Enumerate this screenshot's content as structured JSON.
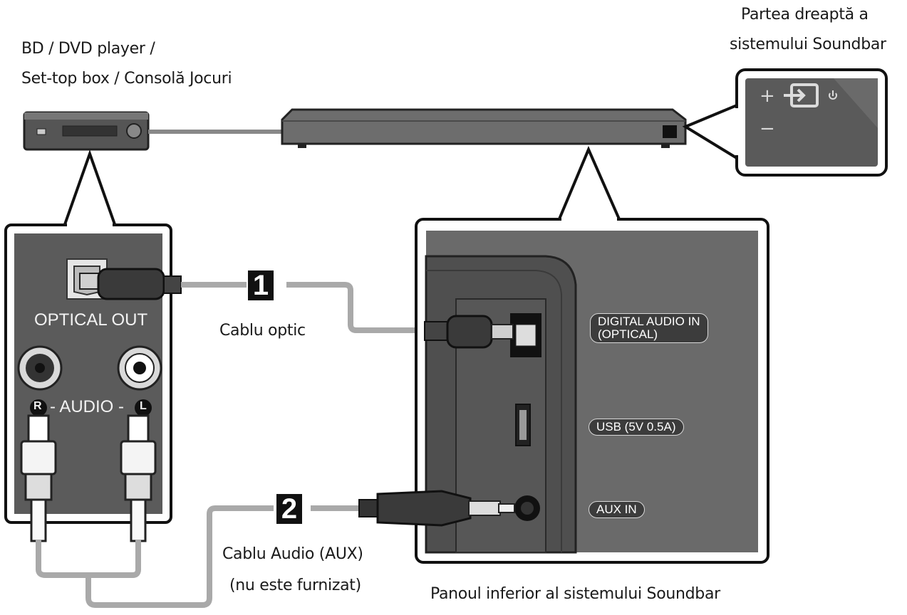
{
  "labels": {
    "source_device_line1": "BD / DVD player /",
    "source_device_line2": "Set-top box / Consolă Jocuri",
    "soundbar_right_line1": "Partea dreaptă a",
    "soundbar_right_line2": "sistemului Soundbar",
    "optical_cable": "Cablu optic",
    "aux_cable_line1": "Cablu Audio (AUX)",
    "aux_cable_line2": "(nu este furnizat)",
    "soundbar_bottom_panel": "Panoul inferior al sistemului Soundbar"
  },
  "source_panel": {
    "optical_out": "OPTICAL OUT",
    "audio": "- AUDIO -",
    "right_badge": "R",
    "left_badge": "L"
  },
  "soundbar_panel": {
    "digital_audio_in_line1": "DIGITAL AUDIO IN",
    "digital_audio_in_line2": "(OPTICAL)",
    "usb": "USB (5V 0.5A)",
    "aux_in": "AUX IN"
  },
  "soundbar_buttons": {
    "plus": "+",
    "minus": "−"
  },
  "steps": [
    {
      "number": "1"
    },
    {
      "number": "2"
    }
  ],
  "icons": {
    "input_source": "input-source-icon",
    "power": "power-icon"
  }
}
